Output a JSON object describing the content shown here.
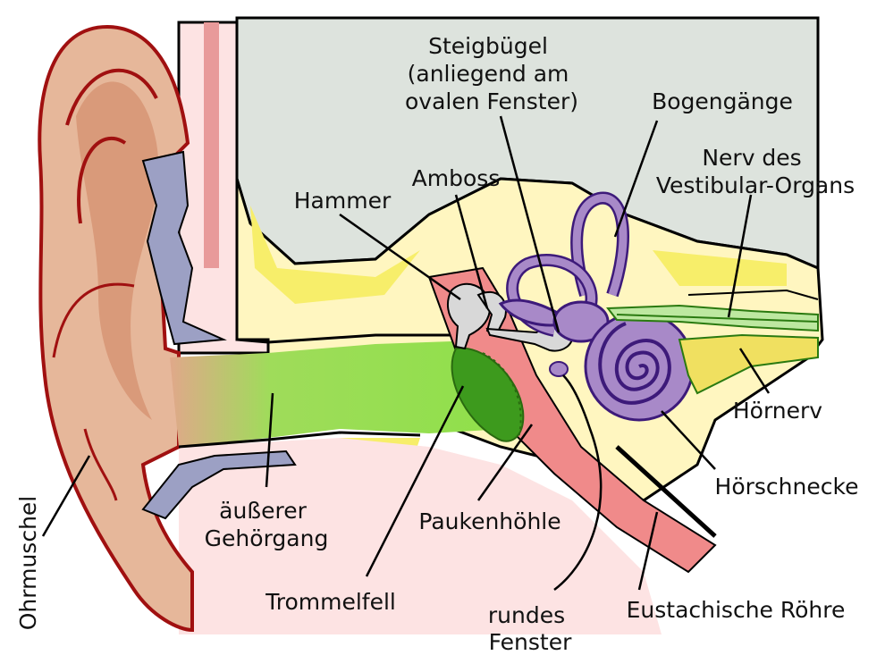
{
  "labels": {
    "steigbuegel": [
      "Steigbügel",
      "(anliegend am",
      "ovalen Fenster)"
    ],
    "bogengaenge": "Bogengänge",
    "nerv_vestibular": [
      "Nerv des",
      "Vestibular-Organs"
    ],
    "amboss": "Amboss",
    "hammer": "Hammer",
    "hoernerv": "Hörnerv",
    "hoerschnecke": "Hörschnecke",
    "aeusserer_gehoergang": [
      "äußerer",
      "Gehörgang"
    ],
    "paukenhoehle": "Paukenhöhle",
    "trommelfell": "Trommelfell",
    "rundes_fenster": [
      "rundes",
      "Fenster"
    ],
    "eustachische_roehre": "Eustachische Röhre",
    "ohrmuschel": "Ohrmuschel"
  },
  "colors": {
    "skin": "#e6b79a",
    "skin_dark": "#d99a7a",
    "outline_red": "#a01010",
    "skull_bg": "#dde3dd",
    "bone_yellow": "#fff6c0",
    "bone_bright": "#f7ee6a",
    "canal_green": "#8fdf4a",
    "eardrum_green": "#3d9a1d",
    "tissue_pink": "#fde3e3",
    "cartilage_blue": "#9ca0c4",
    "tube_red": "#f08a8a",
    "cochlea_purple": "#a889c8",
    "cochlea_outline": "#3d1a7a",
    "nerve_green": "#bde8a0",
    "nerve_yellow": "#f0e060",
    "ossicle_grey": "#d8d8d8"
  }
}
